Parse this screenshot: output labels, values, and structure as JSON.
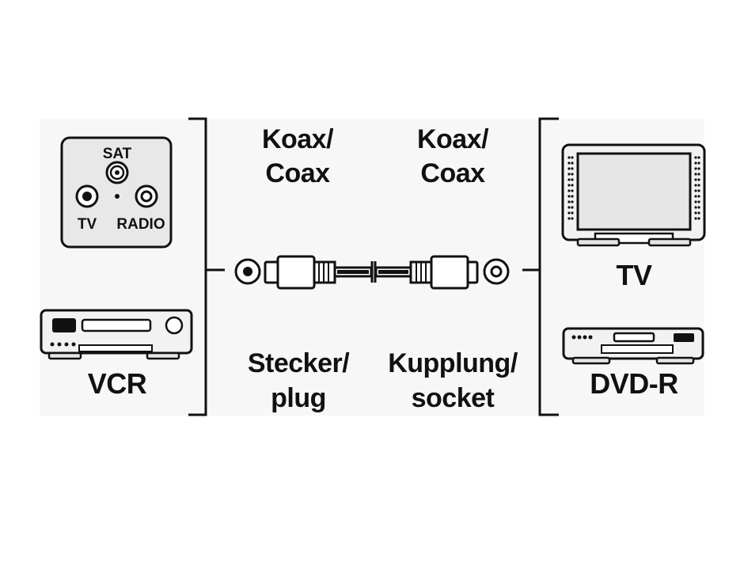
{
  "wall_socket": {
    "sat_label": "SAT",
    "tv_label": "TV",
    "radio_label": "RADIO"
  },
  "left_devices": {
    "vcr_label": "VCR"
  },
  "cable": {
    "plug_top_line1": "Koax/",
    "plug_top_line2": "Coax",
    "socket_top_line1": "Koax/",
    "socket_top_line2": "Coax",
    "plug_bottom_line1": "Stecker/",
    "plug_bottom_line2": "plug",
    "socket_bottom_line1": "Kupplung/",
    "socket_bottom_line2": "socket"
  },
  "right_devices": {
    "tv_label": "TV",
    "dvd_label": "DVD-R"
  },
  "colors": {
    "ink": "#111111",
    "panel": "#e6e6e6",
    "background": "#ffffff"
  }
}
